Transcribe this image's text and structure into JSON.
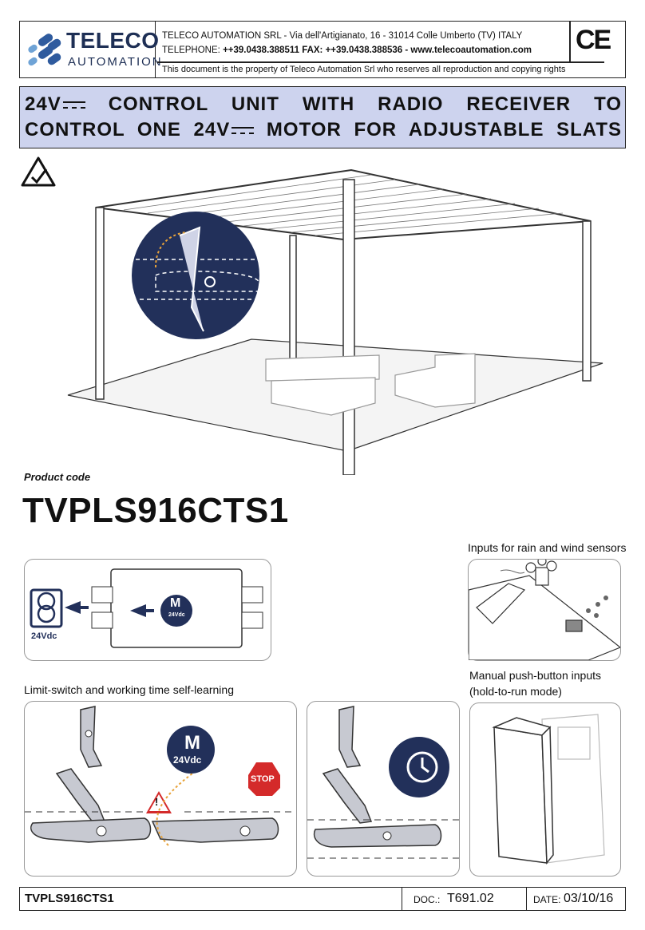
{
  "header": {
    "logo_word": "TELECO",
    "logo_sub": "AUTOMATION",
    "company": "TELECO AUTOMATION SRL",
    "address": " - Via dell'Artigianato, 16 - 31014 Colle Umberto (TV)  ITALY",
    "phone_label": "TELEPHONE: ",
    "phone_value": "++39.0438.388511 FAX: ++39.0438.388536 - www.telecoautomation.com",
    "property_notice": "This document is the property of  Teleco Automation Srl who reserves all reproduction and copying rights",
    "ce_mark": "CE"
  },
  "title": {
    "line1_a": "24V",
    "line1_b": "CONTROL UNIT WITH RADIO RECEIVER TO",
    "line2_a": "CONTROL ONE 24V",
    "line2_b": "MOTOR FOR ADJUSTABLE SLATS"
  },
  "product": {
    "label": "Product code",
    "code": "TVPLS916CTS1"
  },
  "panels": {
    "wiring": {
      "supply_label": "24Vdc",
      "motor_letter": "M",
      "motor_voltage": "24Vdc"
    },
    "sensors_caption": "Inputs for rain and wind sensors",
    "pushbutton_caption_1": "Manual push-button inputs",
    "pushbutton_caption_2": "(hold-to-run mode)",
    "limit_caption": "Limit-switch and working time self-learning",
    "limit_motor_letter": "M",
    "limit_motor_voltage": "24Vdc",
    "stop_label": "STOP",
    "warning_mark": "!"
  },
  "footer": {
    "code": "TVPLS916CTS1",
    "doc_label": "DOC.:",
    "doc_value": "T691.02",
    "date_label": "DATE:",
    "date_value": "03/10/16"
  },
  "colors": {
    "navy": "#22305a",
    "title_band": "#cdd3ee",
    "stop_red": "#d42a2a",
    "dashed_arrow": "#e8a33a"
  }
}
